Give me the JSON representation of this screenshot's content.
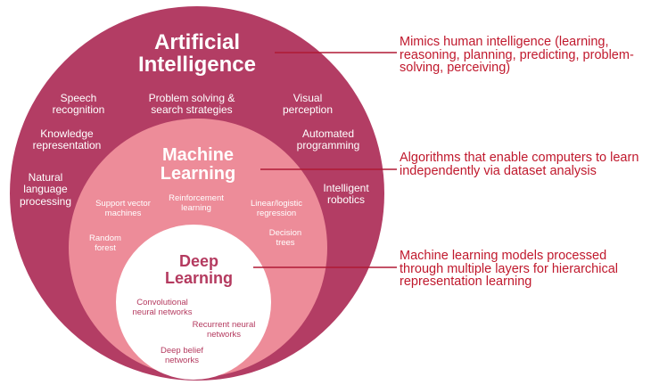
{
  "colors": {
    "ai_circle": "#b33d64",
    "ml_circle": "#ed8c99",
    "dl_circle": "#ffffff",
    "connector": "#b01a35",
    "description_text": "#c0192d",
    "dl_text": "#b43a5f"
  },
  "ai": {
    "title": "Artificial\nIntelligence",
    "terms": {
      "speech": "Speech\nrecognition",
      "problem_solving": "Problem solving &\nsearch strategies",
      "visual": "Visual\nperception",
      "knowledge": "Knowledge\nrepresentation",
      "automated": "Automated\nprogramming",
      "nlp": "Natural\nlanguage\nprocessing",
      "robotics": "Intelligent\nrobotics"
    },
    "description": "Mimics human intelligence (learning, reasoning, planning, predicting, problem-solving, perceiving)"
  },
  "ml": {
    "title": "Machine\nLearning",
    "terms": {
      "svm": "Support vector\nmachines",
      "reinforcement": "Reinforcement\nlearning",
      "regression": "Linear/logistic\nregression",
      "random_forest": "Random\nforest",
      "decision_trees": "Decision\ntrees"
    },
    "description": "Algorithms that enable computers to learn independently via dataset analysis"
  },
  "dl": {
    "title": "Deep\nLearning",
    "terms": {
      "cnn": "Convolutional\nneural networks",
      "rnn": "Recurrent neural\nnetworks",
      "dbn": "Deep belief\nnetworks"
    },
    "description": "Machine learning models processed through multiple layers for hierarchical representation learning"
  }
}
